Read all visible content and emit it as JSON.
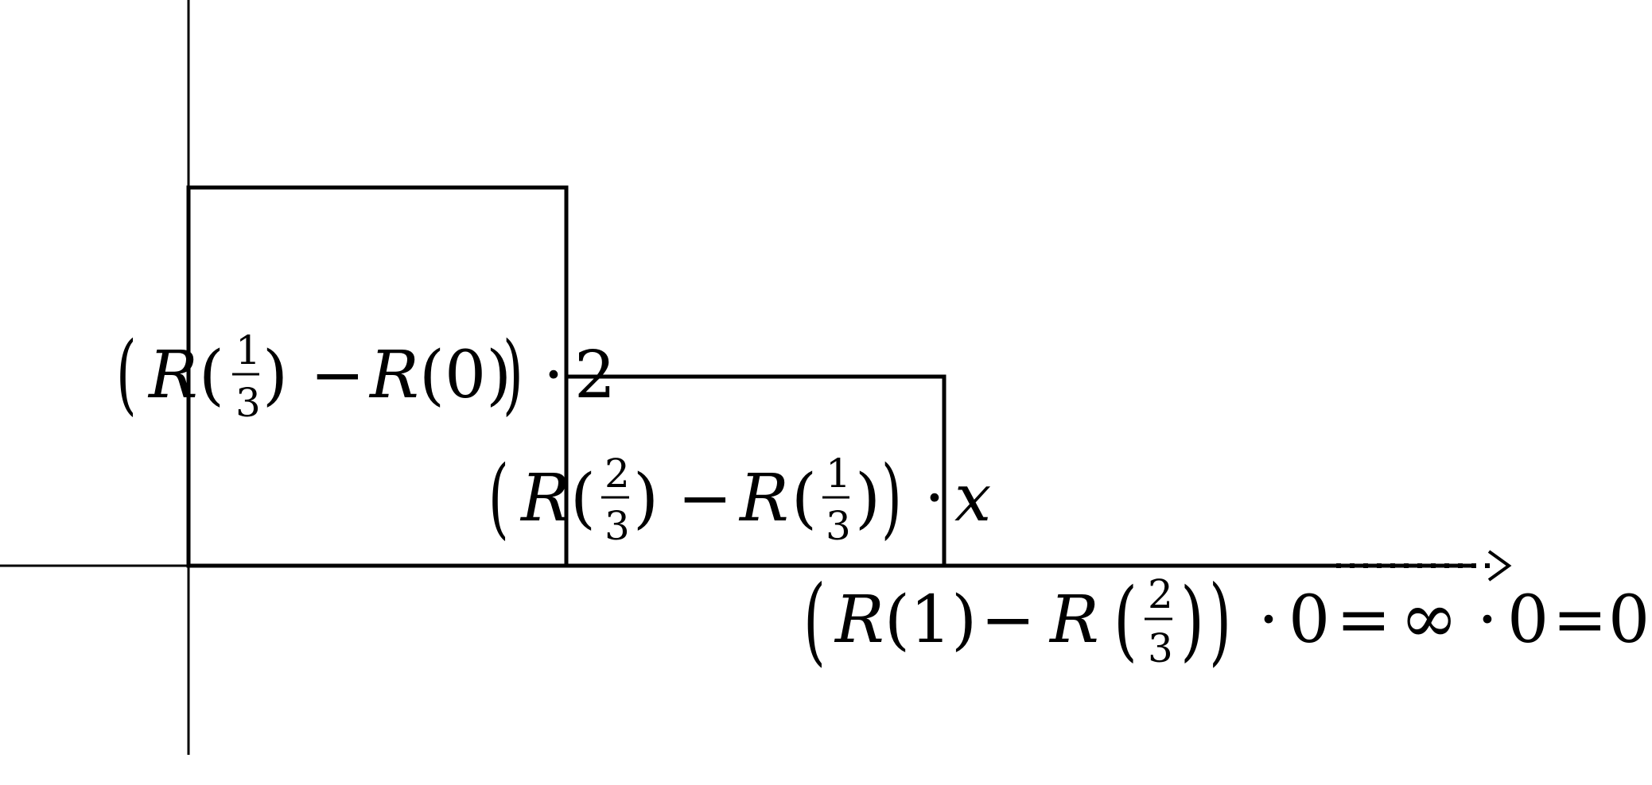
{
  "colors": {
    "ink": "#000000",
    "background": "#ffffff"
  },
  "chart_data": {
    "type": "step",
    "axes": {
      "x_arrow": "dotted-arrow-right"
    },
    "steps": [
      {
        "from": 0,
        "to": 1,
        "height": 2
      },
      {
        "from": 1,
        "to": 2,
        "height": 1
      },
      {
        "from": 2,
        "to": 3.4,
        "height": 0
      }
    ],
    "labels": {
      "term1": {
        "open_big": "(",
        "R1": "R",
        "lp1": "(",
        "num": "1",
        "den": "3",
        "rp1": ")",
        "minus": "−",
        "R2": "R",
        "arg2": "(0)",
        "close_big": ")",
        "dot": "·",
        "factor": "2"
      },
      "term2": {
        "open_big": "(",
        "R1": "R",
        "lp1": "(",
        "num1": "2",
        "den1": "3",
        "rp1": ")",
        "minus": "−",
        "R2": "R",
        "lp2": "(",
        "num2": "1",
        "den2": "3",
        "rp2": ")",
        "close_big": ")",
        "dot": "·",
        "factor": "x"
      },
      "term3": {
        "open_big": "(",
        "R1": "R",
        "arg1": "(1)",
        "minus": "−",
        "R2": "R",
        "lp2": "(",
        "num": "2",
        "den": "3",
        "rp2": ")",
        "close_big": ")",
        "dot": "·",
        "zero1": "0",
        "eq1": "=",
        "inf": "∞",
        "dot2": "·",
        "zero2": "0",
        "eq2": "=",
        "zero3": "0"
      }
    }
  }
}
